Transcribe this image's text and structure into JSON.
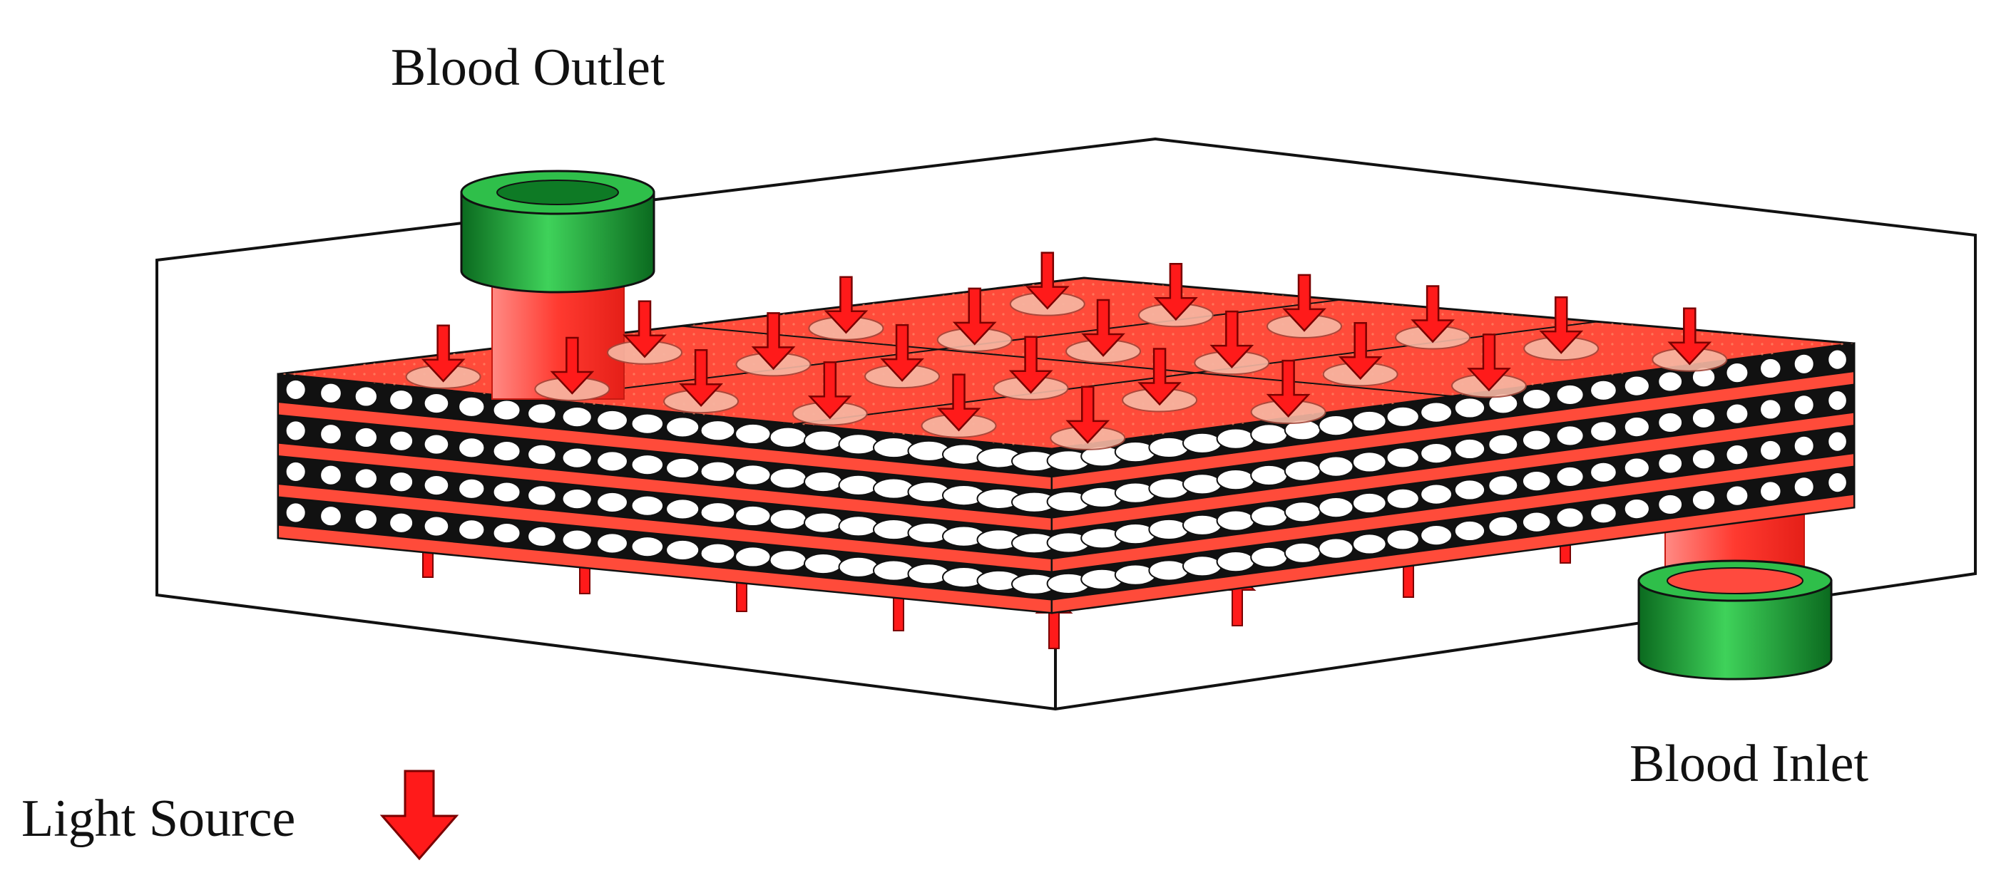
{
  "labels": {
    "blood_outlet": "Blood Outlet",
    "blood_inlet": "Blood Inlet",
    "light_source": "Light Source"
  },
  "colors": {
    "tissue_red": "#ff4b3a",
    "arrow_red": "#ff1a1a",
    "spot_pink": "#f7b8a4",
    "tube_green": "#1fa83a",
    "tube_green_dark": "#0b6a1f",
    "outline": "#111111"
  },
  "legend": {
    "light_source_icon": "down-arrow-icon"
  }
}
